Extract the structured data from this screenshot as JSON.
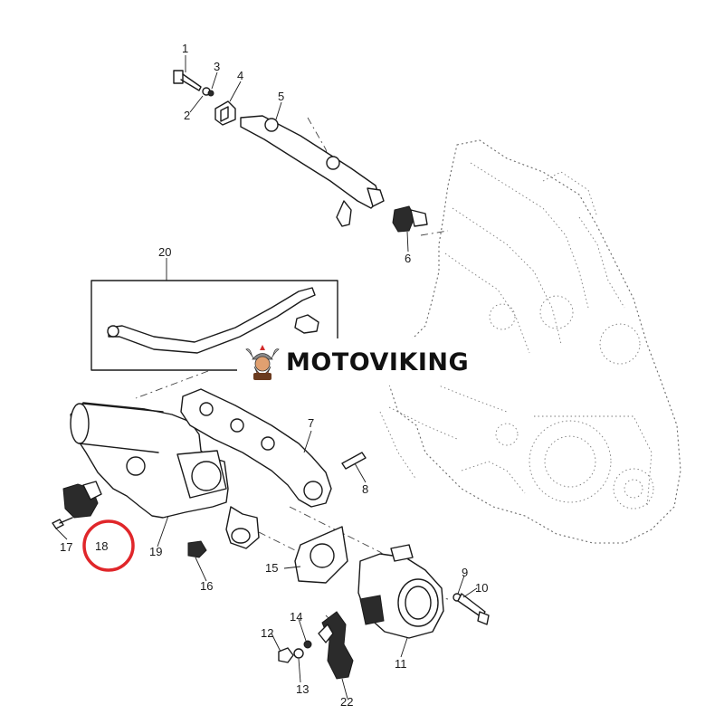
{
  "watermark": {
    "brand": "MOTOVIKING",
    "icon": "viking-mascot-icon"
  },
  "colors": {
    "highlight_circle": "#e0262a",
    "line_art": "#1a1a1a",
    "ghost_engine": "#6a6a6a"
  },
  "highlighted_part": "18",
  "callouts": [
    "1",
    "2",
    "3",
    "4",
    "5",
    "6",
    "7",
    "8",
    "9",
    "10",
    "11",
    "12",
    "13",
    "14",
    "15",
    "16",
    "17",
    "18",
    "19",
    "20",
    "22"
  ]
}
